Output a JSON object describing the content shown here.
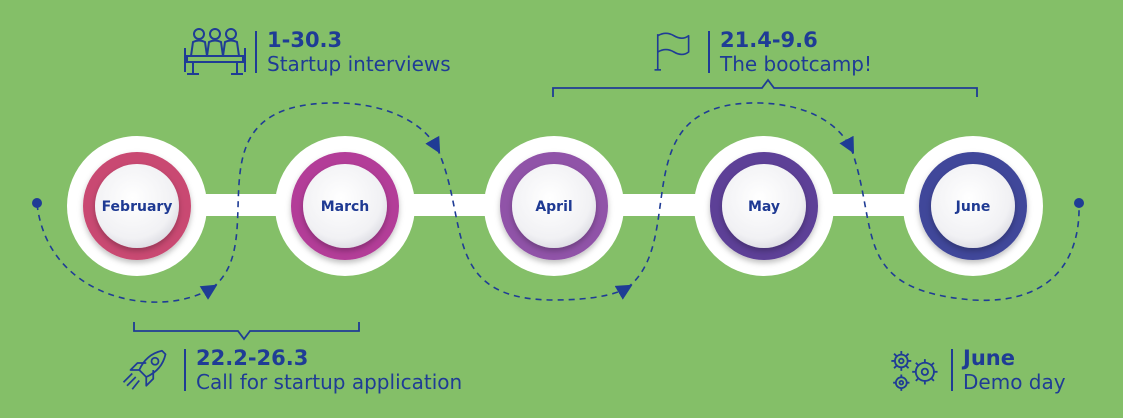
{
  "months": [
    {
      "label": "February",
      "color": "#c94a72"
    },
    {
      "label": "March",
      "color": "#b33e98"
    },
    {
      "label": "April",
      "color": "#9052a8"
    },
    {
      "label": "May",
      "color": "#5d3f97"
    },
    {
      "label": "June",
      "color": "#41479a"
    }
  ],
  "annotations": {
    "interviews": {
      "date": "1-30.3",
      "desc": "Startup interviews",
      "icon": "meeting-table-icon"
    },
    "bootcamp": {
      "date": "21.4-9.6",
      "desc": "The bootcamp!",
      "icon": "flag-icon"
    },
    "application": {
      "date": "22.2-26.3",
      "desc": "Call for startup application",
      "icon": "rocket-icon"
    },
    "demo": {
      "date": "June",
      "desc": "Demo day",
      "icon": "gears-icon"
    }
  },
  "colors": {
    "background": "#84bf68",
    "accent": "#1f3c95"
  }
}
